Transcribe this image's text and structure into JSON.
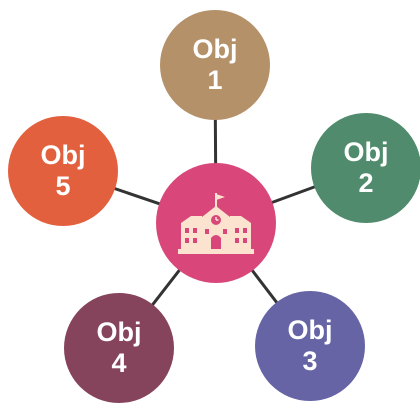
{
  "diagram": {
    "hub": {
      "icon": "school-building-icon",
      "color": "#d9477a"
    },
    "nodes": [
      {
        "line1": "Obj",
        "line2": "1",
        "color": "#b49169"
      },
      {
        "line1": "Obj",
        "line2": "2",
        "color": "#4f8b6c"
      },
      {
        "line1": "Obj",
        "line2": "3",
        "color": "#6664a5"
      },
      {
        "line1": "Obj",
        "line2": "4",
        "color": "#86445c"
      },
      {
        "line1": "Obj",
        "line2": "5",
        "color": "#e3603f"
      }
    ],
    "connector_color": "#333333"
  }
}
